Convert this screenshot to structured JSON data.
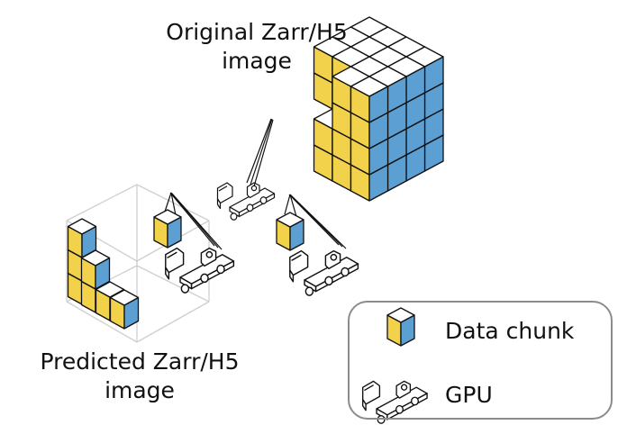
{
  "labels": {
    "original_line1": "Original Zarr/H5",
    "original_line2": "image",
    "predicted_line1": "Predicted Zarr/H5",
    "predicted_line2": "image"
  },
  "legend": {
    "chunk_label": "Data chunk",
    "gpu_label": "GPU"
  },
  "colors": {
    "left_face": "#f2d24a",
    "right_face": "#5b9fd3",
    "top_face": "#ffffff",
    "outline": "#111111",
    "wireframe": "#cfcfcf",
    "legend_border": "#8c8c8c"
  },
  "icons": [
    "data-chunk-icon",
    "gpu-truck-icon",
    "crane-truck-icon"
  ]
}
